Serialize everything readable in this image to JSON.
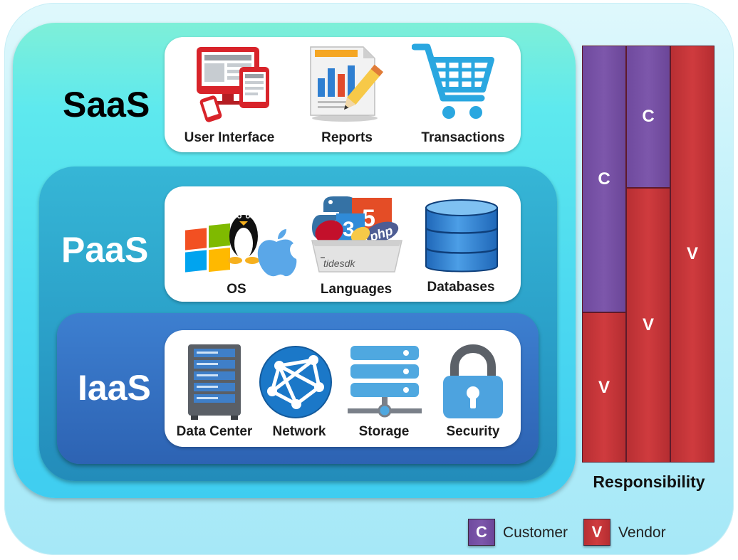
{
  "layers": {
    "saas": {
      "label": "SaaS",
      "items": [
        {
          "label": "User  Interface",
          "icon": "user-interface-icon"
        },
        {
          "label": "Reports",
          "icon": "reports-icon"
        },
        {
          "label": "Transactions",
          "icon": "shopping-cart-icon"
        }
      ]
    },
    "paas": {
      "label": "PaaS",
      "items": [
        {
          "label": "OS",
          "icon": "os-logos-icon"
        },
        {
          "label": "Languages",
          "icon": "languages-icon",
          "logo_text": "tidesdk"
        },
        {
          "label": "Databases",
          "icon": "database-icon"
        }
      ]
    },
    "iaas": {
      "label": "IaaS",
      "items": [
        {
          "label": "Data Center",
          "icon": "server-rack-icon"
        },
        {
          "label": "Network",
          "icon": "globe-network-icon"
        },
        {
          "label": "Storage",
          "icon": "storage-icon"
        },
        {
          "label": "Security",
          "icon": "padlock-icon"
        }
      ]
    }
  },
  "responsibility": {
    "title": "Responsibility",
    "columns": [
      {
        "segments": [
          {
            "label": "C",
            "party": "customer",
            "share": 0.64
          },
          {
            "label": "V",
            "party": "vendor",
            "share": 0.36
          }
        ]
      },
      {
        "segments": [
          {
            "label": "C",
            "party": "customer",
            "share": 0.34
          },
          {
            "label": "V",
            "party": "vendor",
            "share": 0.66
          }
        ]
      },
      {
        "segments": [
          {
            "label": "V",
            "party": "vendor",
            "share": 1.0
          }
        ]
      }
    ]
  },
  "legend": {
    "customer": {
      "key": "C",
      "label": "Customer"
    },
    "vendor": {
      "key": "V",
      "label": "Vendor"
    }
  },
  "colors": {
    "customer": "#7550a5",
    "vendor": "#c73538",
    "saas_label": "#000000",
    "paas_label": "#ffffff",
    "iaas_label": "#ffffff"
  }
}
